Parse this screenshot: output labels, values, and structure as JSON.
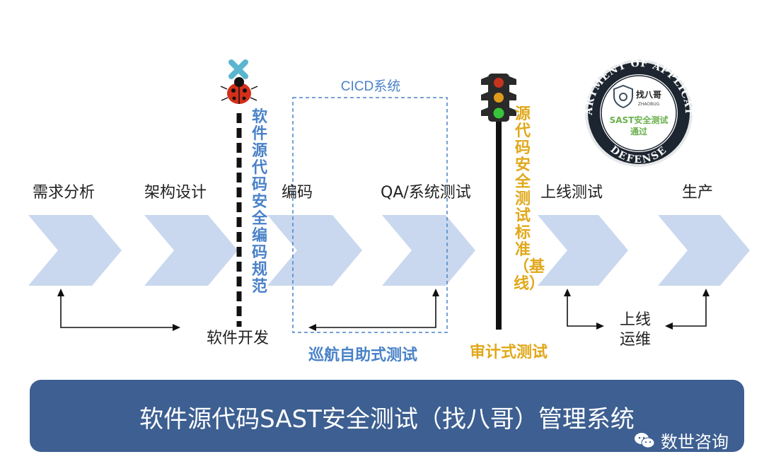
{
  "stages": [
    "需求分析",
    "架构设计",
    "编码",
    "QA/系统测试",
    "上线测试",
    "生产"
  ],
  "cicd_label": "CICD系统",
  "secure_coding_label": "软件源代码安全编码规范",
  "baseline_label": "源代码安全测试标准（基线）",
  "software_dev_label": "软件开发",
  "cruise_test_label": "巡航自助式测试",
  "audit_test_label": "审计式测试",
  "ops_label_1": "上线",
  "ops_label_2": "运维",
  "badge": {
    "ring_top": "DEPARTMENT OF APPLICATION",
    "ring_bottom": "DEFENSE",
    "brand": "找八哥",
    "brand_sub": "ZHAOBUG",
    "text_1": "SAST安全测试",
    "text_2": "通过"
  },
  "banner_title": "软件源代码SAST安全测试（找八哥）管理系统",
  "watermark": "数世咨询",
  "colors": {
    "chevron": "#c9d8ef",
    "blue_text": "#4a82c8",
    "gold_text": "#e0a81a",
    "banner": "#3d5f91",
    "x_mark": "#5bb5cf"
  }
}
